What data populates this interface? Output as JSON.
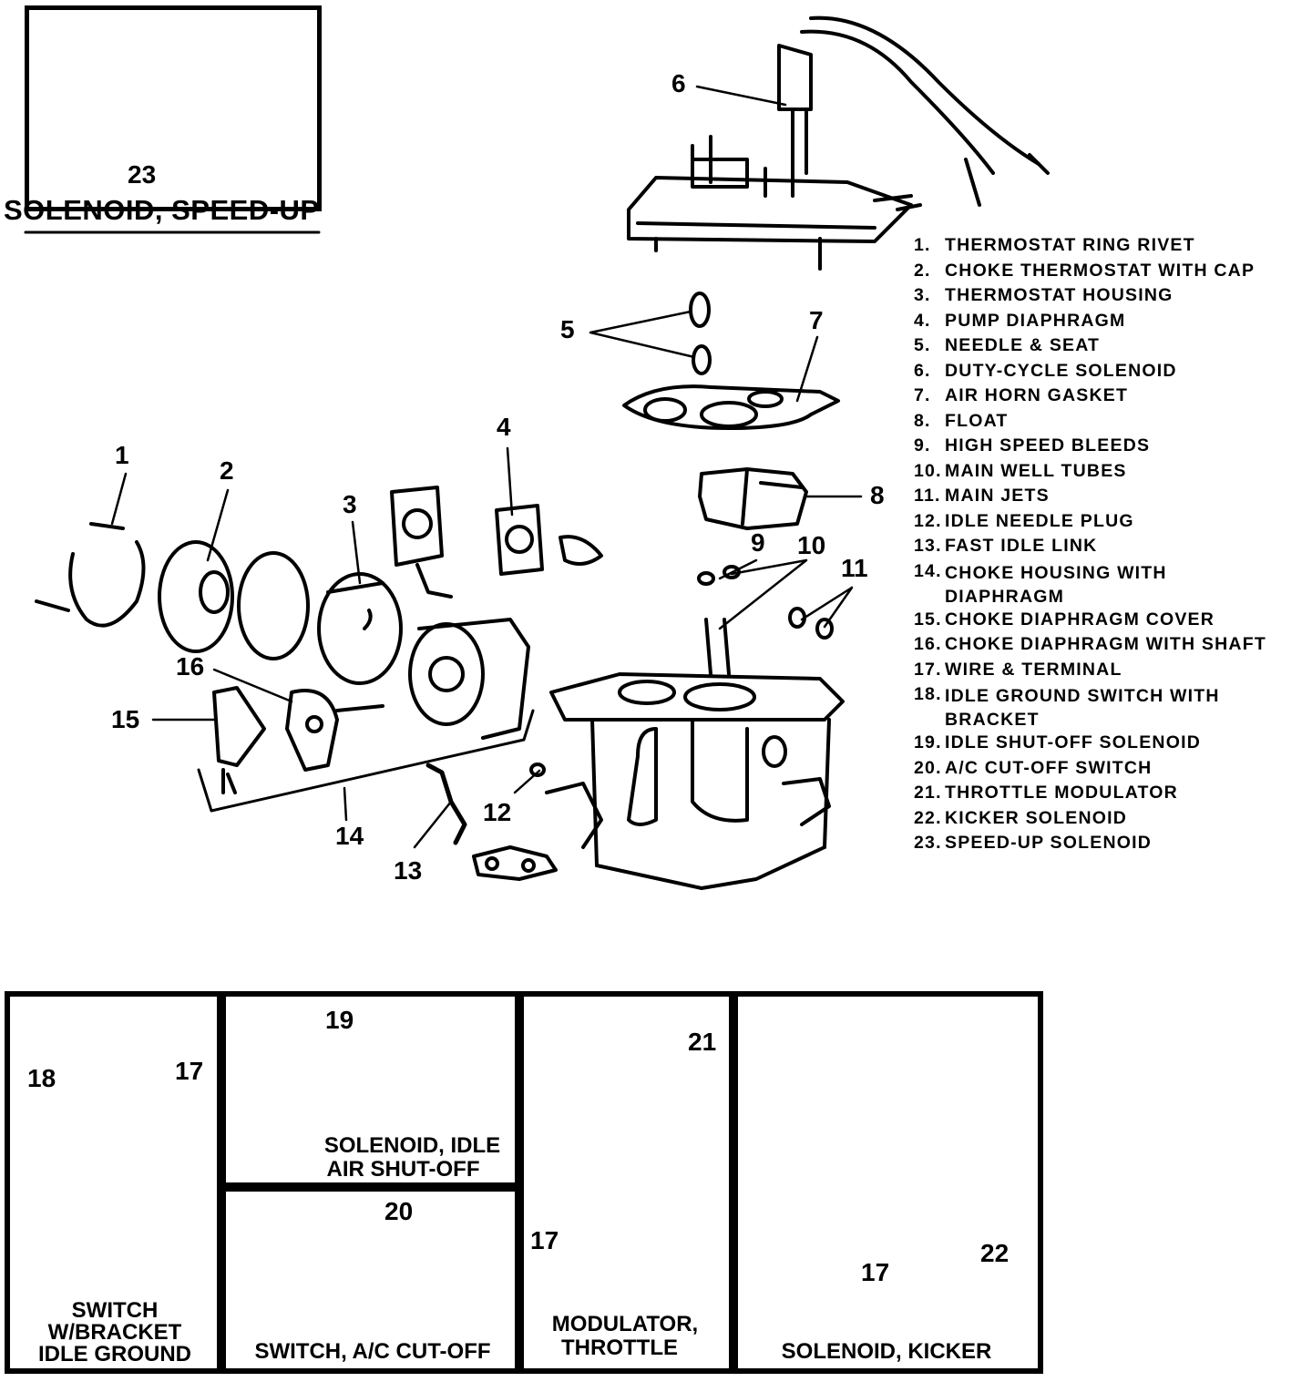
{
  "top_inset": {
    "callout": "23",
    "title": "SOLENOID, SPEED-UP"
  },
  "callouts": {
    "c1": "1",
    "c2": "2",
    "c3": "3",
    "c4": "4",
    "c5": "5",
    "c6": "6",
    "c7": "7",
    "c8": "8",
    "c9": "9",
    "c10": "10",
    "c11": "11",
    "c12": "12",
    "c13": "13",
    "c14": "14",
    "c15": "15",
    "c16": "16"
  },
  "legend": [
    {
      "num": "1.",
      "text": "THERMOSTAT RING RIVET"
    },
    {
      "num": "2.",
      "text": "CHOKE THERMOSTAT WITH CAP"
    },
    {
      "num": "3.",
      "text": "THERMOSTAT HOUSING"
    },
    {
      "num": "4.",
      "text": "PUMP DIAPHRAGM"
    },
    {
      "num": "5.",
      "text": "NEEDLE & SEAT"
    },
    {
      "num": "6.",
      "text": "DUTY-CYCLE SOLENOID"
    },
    {
      "num": "7.",
      "text": "AIR HORN GASKET"
    },
    {
      "num": "8.",
      "text": "FLOAT"
    },
    {
      "num": "9.",
      "text": "HIGH SPEED BLEEDS"
    },
    {
      "num": "10.",
      "text": "MAIN WELL TUBES"
    },
    {
      "num": "11.",
      "text": "MAIN JETS"
    },
    {
      "num": "12.",
      "text": "IDLE NEEDLE PLUG"
    },
    {
      "num": "13.",
      "text": "FAST IDLE LINK"
    },
    {
      "num": "14.",
      "text": "CHOKE HOUSING WITH DIAPHRAGM"
    },
    {
      "num": "15.",
      "text": "CHOKE DIAPHRAGM COVER"
    },
    {
      "num": "16.",
      "text": "CHOKE DIAPHRAGM WITH SHAFT"
    },
    {
      "num": "17.",
      "text": "WIRE & TERMINAL"
    },
    {
      "num": "18.",
      "text": "IDLE GROUND SWITCH WITH BRACKET"
    },
    {
      "num": "19.",
      "text": "IDLE SHUT-OFF SOLENOID"
    },
    {
      "num": "20.",
      "text": "A/C CUT-OFF SWITCH"
    },
    {
      "num": "21.",
      "text": "THROTTLE MODULATOR"
    },
    {
      "num": "22.",
      "text": "KICKER SOLENOID"
    },
    {
      "num": "23.",
      "text": "SPEED-UP SOLENOID"
    }
  ],
  "bottom_panels": {
    "idle_ground": {
      "c18": "18",
      "c17": "17",
      "caption_l1": "SWITCH",
      "caption_l2": "W/BRACKET",
      "caption_l3": "IDLE GROUND"
    },
    "idle_shutoff": {
      "c19": "19",
      "caption_l1": "SOLENOID, IDLE",
      "caption_l2": "AIR SHUT-OFF"
    },
    "ac_cutoff": {
      "c20": "20",
      "caption": "SWITCH, A/C CUT-OFF"
    },
    "modulator": {
      "c21": "21",
      "c17": "17",
      "caption_l1": "MODULATOR,",
      "caption_l2": "THROTTLE"
    },
    "kicker": {
      "c17": "17",
      "c22": "22",
      "caption": "SOLENOID, KICKER"
    }
  }
}
